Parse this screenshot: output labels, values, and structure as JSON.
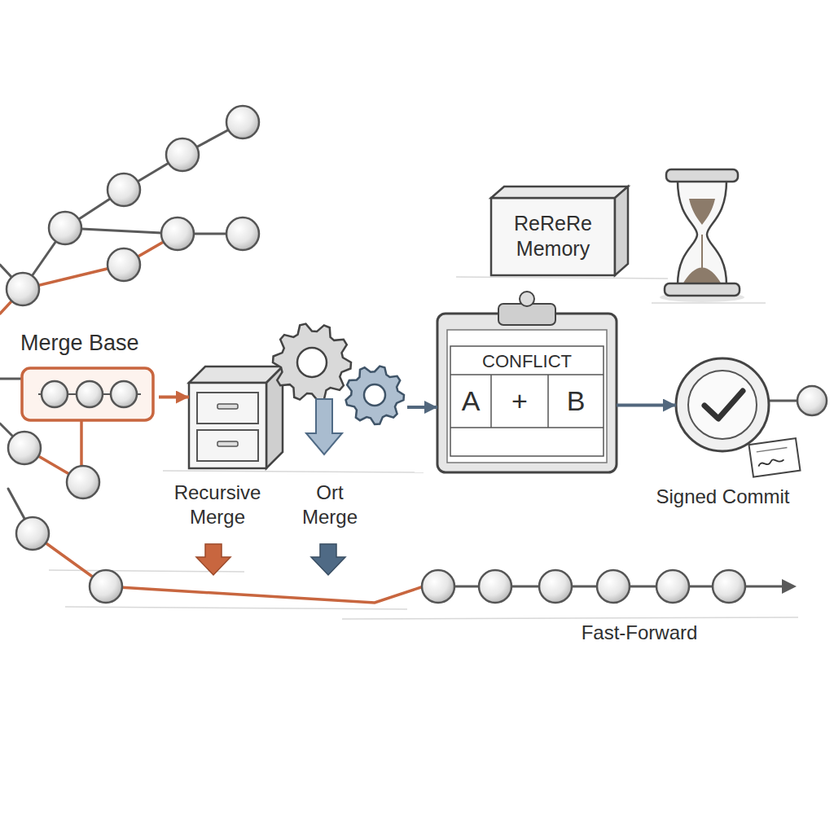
{
  "diagram": {
    "nodes": [
      {
        "text": [
          "ReReRe Memory"
        ]
      },
      {
        "text": [
          "Merge Base"
        ]
      },
      {
        "text": [
          "Recursive Merge"
        ]
      },
      {
        "text": [
          "Ort Merge"
        ]
      },
      {
        "text": [
          "CONFLICT",
          "A",
          "+",
          "B"
        ]
      },
      {
        "text": [
          "Signed Commit"
        ]
      }
    ],
    "edges": [
      {
        "from": 1,
        "to": 2,
        "arrow": "to"
      },
      {
        "from": 3,
        "to": 4,
        "arrow": "to"
      },
      {
        "from": 4,
        "to": 5,
        "arrow": "to"
      }
    ],
    "labels": [
      "Fast-Forward"
    ]
  }
}
